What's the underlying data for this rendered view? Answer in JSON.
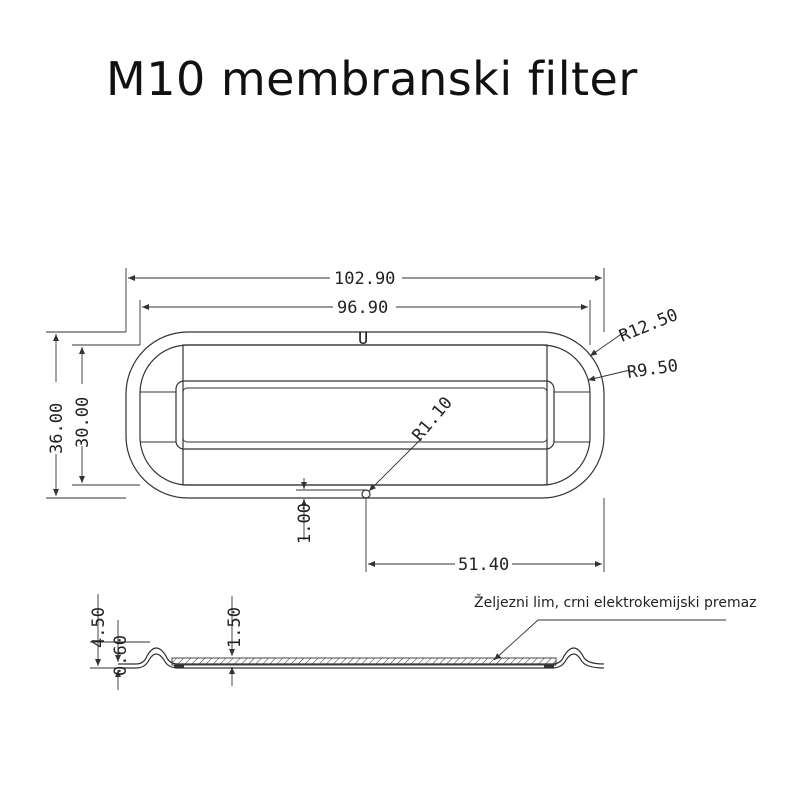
{
  "title": "M10 membranski filter",
  "dims": {
    "overall_length": "102.90",
    "inner_length": "96.90",
    "outer_radius": "R12.50",
    "inner_radius": "R9.50",
    "overall_height": "36.00",
    "inner_height": "30.00",
    "small_radius": "R1.10",
    "offset": "1.00",
    "half_length": "51.40",
    "section_height": "4.50",
    "rim_height": "0.60",
    "plate_thickness": "1.50"
  },
  "material_note": "Željezni lim, crni elektrokemijski premaz",
  "top_mark": "U"
}
